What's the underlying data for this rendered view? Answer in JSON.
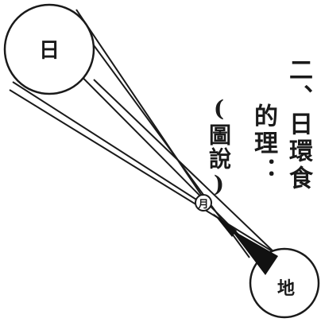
{
  "title_line1": "二、日環食",
  "title_line2": "的理：",
  "caption": "(圖說)",
  "labels": {
    "sun": "日",
    "moon": "月",
    "earth": "地"
  }
}
